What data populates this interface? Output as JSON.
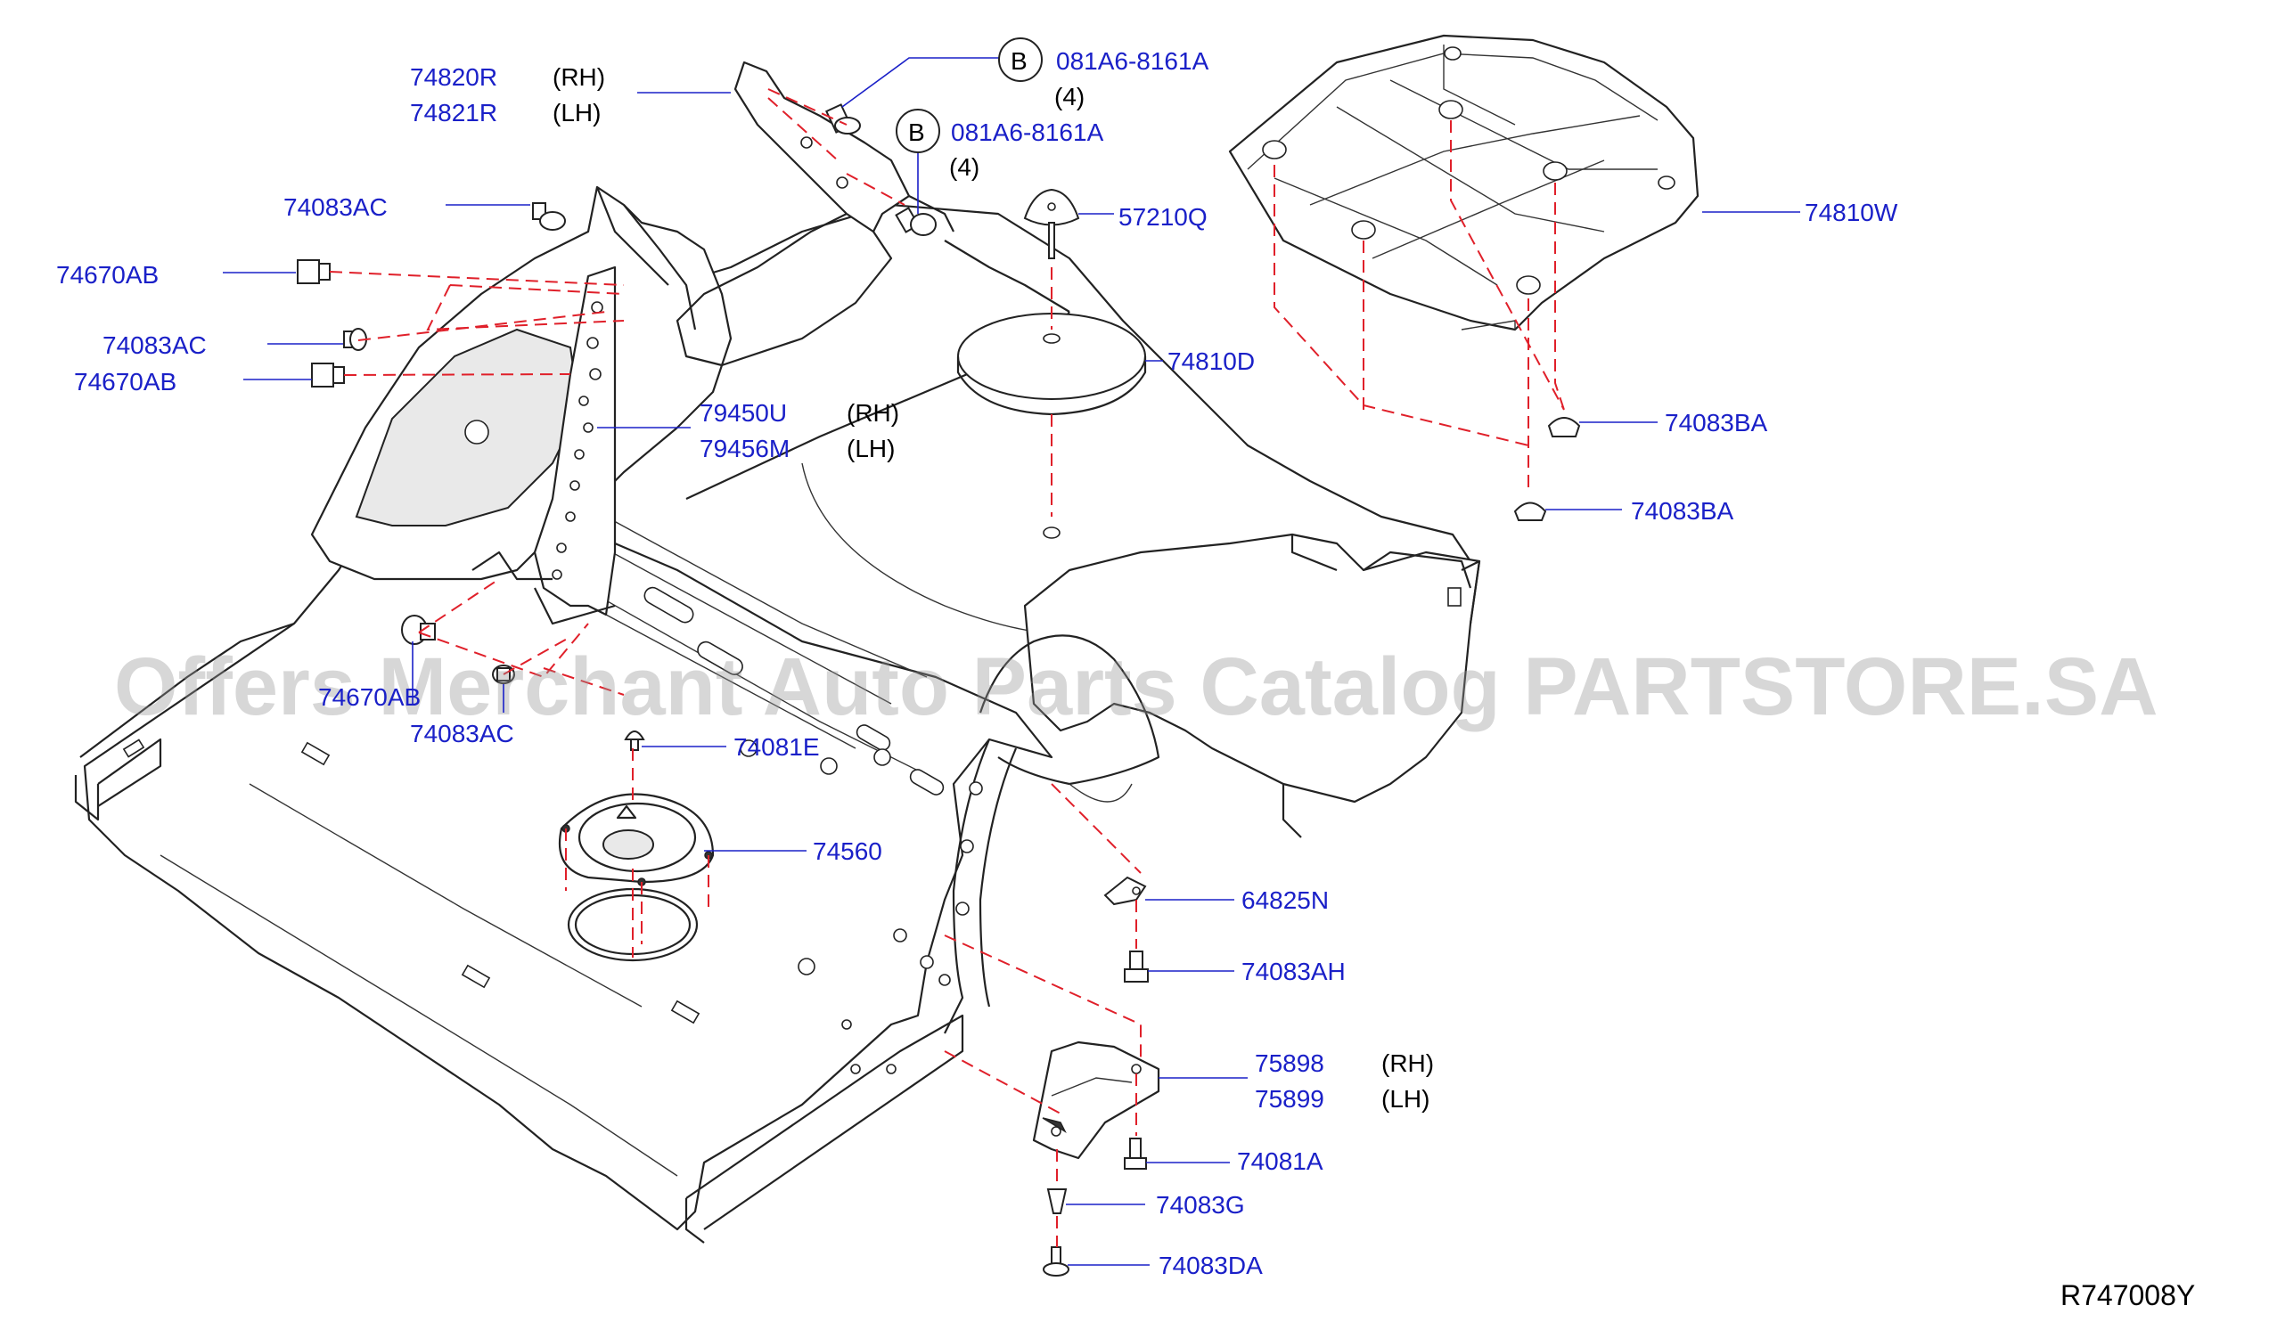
{
  "watermark": "Offers Merchant Auto Parts Catalog PARTSTORE.SA",
  "diagram_code": "R747008Y",
  "callouts": [
    {
      "id": "c1",
      "part": "74820R",
      "note": "(RH)"
    },
    {
      "id": "c2",
      "part": "74821R",
      "note": "(LH)"
    },
    {
      "id": "c3",
      "badge": "B",
      "part": "081A6-8161A",
      "qty": "(4)"
    },
    {
      "id": "c4",
      "badge": "B",
      "part": "081A6-8161A",
      "qty": "(4)"
    },
    {
      "id": "c5",
      "part": "74083AC"
    },
    {
      "id": "c6",
      "part": "57210Q"
    },
    {
      "id": "c7",
      "part": "74810W"
    },
    {
      "id": "c8",
      "part": "74670AB"
    },
    {
      "id": "c9",
      "part": "74083AC"
    },
    {
      "id": "c10",
      "part": "74670AB"
    },
    {
      "id": "c11",
      "part": "74810D"
    },
    {
      "id": "c12",
      "part": "74083BA"
    },
    {
      "id": "c13",
      "part": "74083BA"
    },
    {
      "id": "c14",
      "part": "79450U",
      "note": "(RH)"
    },
    {
      "id": "c15",
      "part": "79456M",
      "note": "(LH)"
    },
    {
      "id": "c16",
      "part": "74670AB"
    },
    {
      "id": "c17",
      "part": "74083AC"
    },
    {
      "id": "c18",
      "part": "74081E"
    },
    {
      "id": "c19",
      "part": "74560"
    },
    {
      "id": "c20",
      "part": "64825N"
    },
    {
      "id": "c21",
      "part": "74083AH"
    },
    {
      "id": "c22",
      "part": "75898",
      "note": "(RH)"
    },
    {
      "id": "c23",
      "part": "75899",
      "note": "(LH)"
    },
    {
      "id": "c24",
      "part": "74081A"
    },
    {
      "id": "c25",
      "part": "74083G"
    },
    {
      "id": "c26",
      "part": "74083DA"
    }
  ],
  "colors": {
    "part_number": "#1a20c8",
    "leader": "#1a20c8",
    "dashed_guide": "#e0202a",
    "outline": "#222222",
    "watermark": "#969696"
  }
}
